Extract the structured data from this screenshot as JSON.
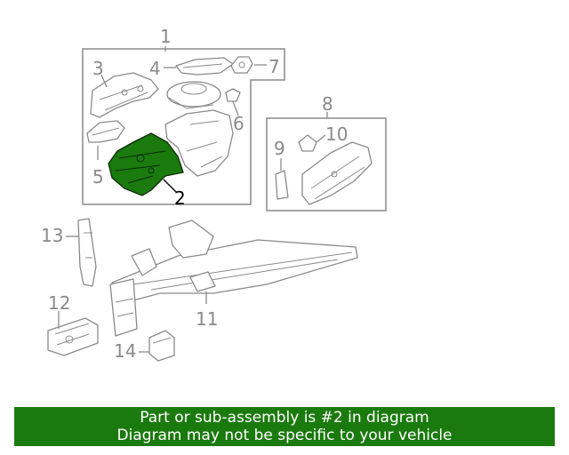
{
  "callouts": {
    "c1": "1",
    "c2": "2",
    "c3": "3",
    "c4": "4",
    "c5": "5",
    "c6": "6",
    "c7": "7",
    "c8": "8",
    "c9": "9",
    "c10": "10",
    "c11": "11",
    "c12": "12",
    "c13": "13",
    "c14": "14"
  },
  "highlighted_part": "2",
  "colors": {
    "highlight": "#1b7a0e",
    "line": "#8a8a8a",
    "banner_bg": "#1b7a0e",
    "banner_text": "#ffffff"
  },
  "banner": {
    "line1": "Part or sub-assembly is #2 in diagram",
    "line2": "Diagram may not be specific to your vehicle"
  }
}
